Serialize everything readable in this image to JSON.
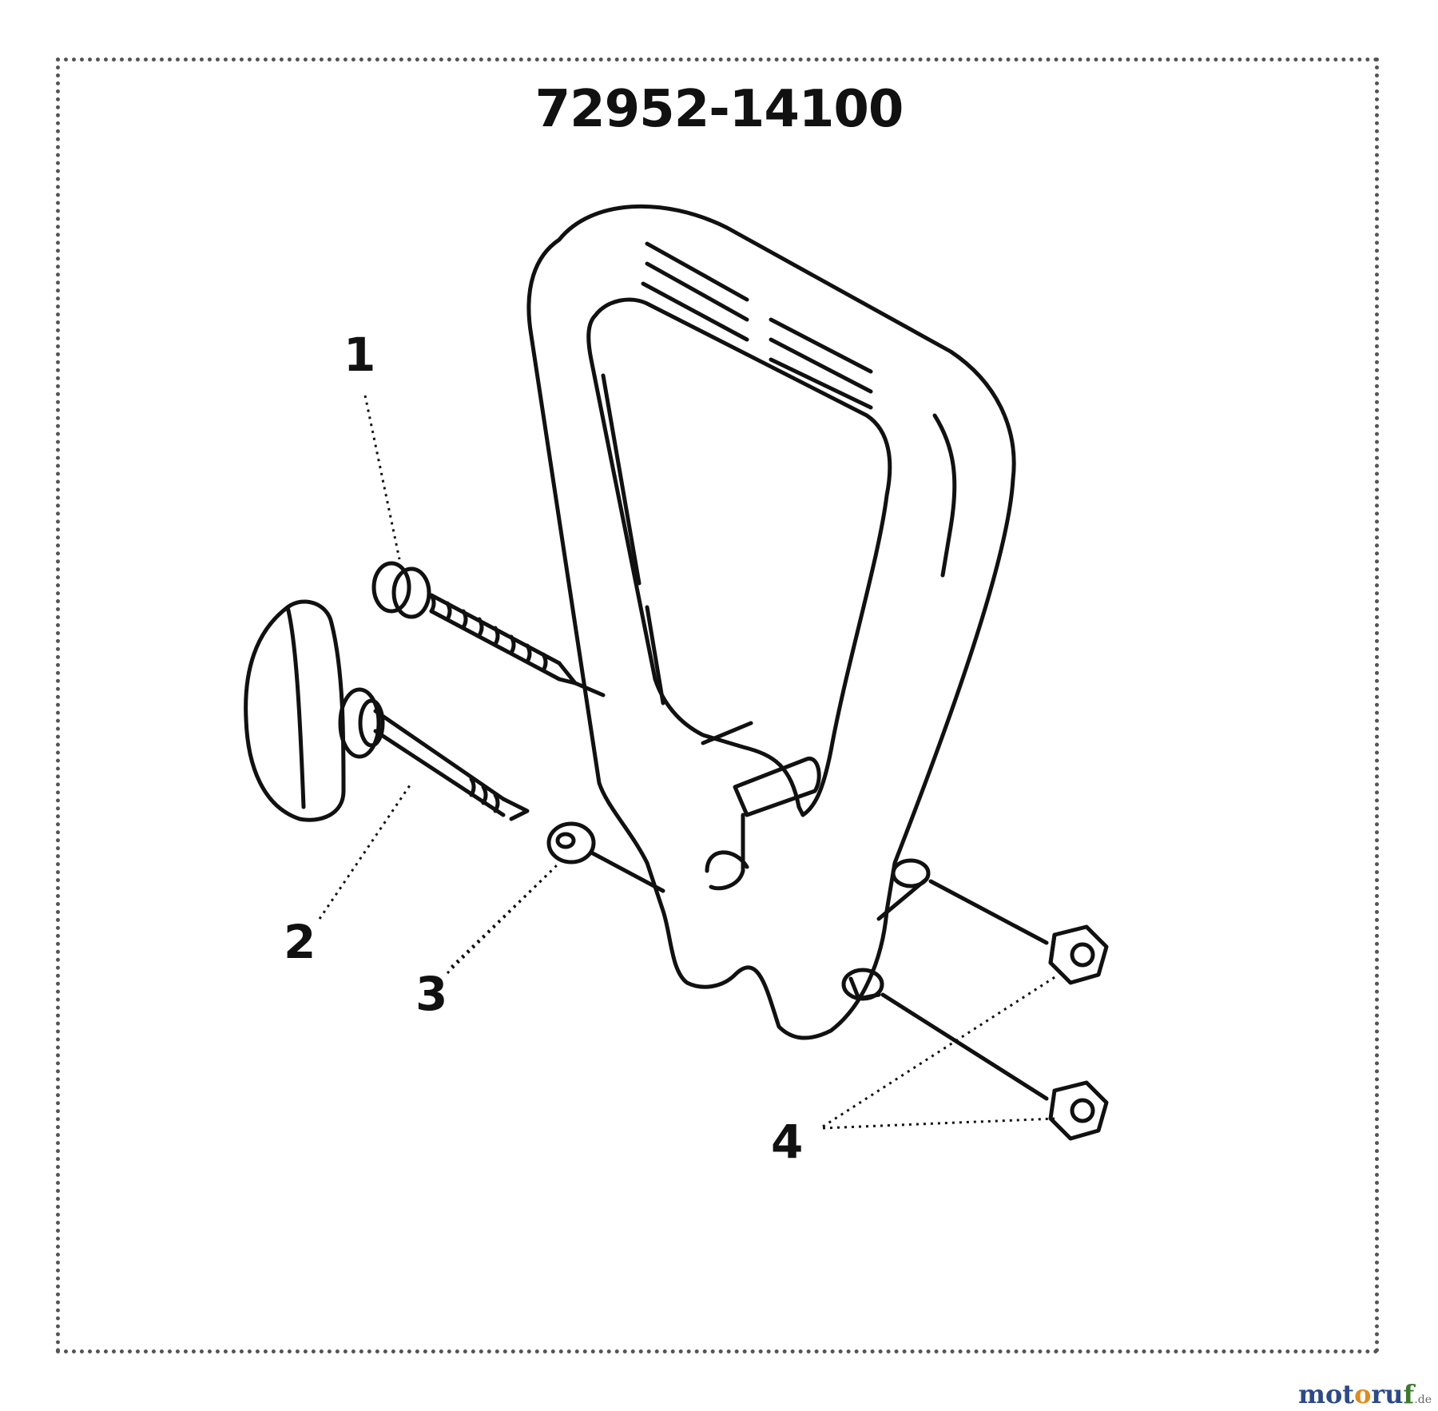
{
  "diagram": {
    "part_number": "72952-14100",
    "callouts": [
      {
        "id": "1",
        "label": "1"
      },
      {
        "id": "2",
        "label": "2"
      },
      {
        "id": "3",
        "label": "3"
      },
      {
        "id": "4",
        "label": "4"
      }
    ]
  },
  "watermark": {
    "brand_a": "mot",
    "brand_b": "o",
    "brand_c": "ru",
    "brand_d": "f",
    "tld": ".de"
  },
  "colors": {
    "line": "#111111",
    "frame": "#555555"
  }
}
